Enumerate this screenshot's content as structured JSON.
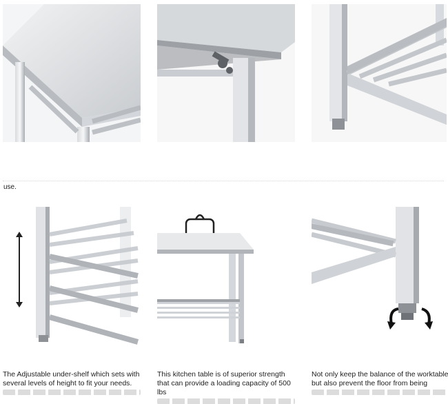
{
  "fragment_text": "use.",
  "captions": {
    "shelf": "The Adjustable under-shelf which sets with several levels of height to fit your needs.",
    "strength": "This kitchen table is of superior strength that can provide a loading capacity of 500 lbs",
    "balance": "Not only keep the balance of the worktable but also prevent the floor from being"
  },
  "icons": {
    "weight": "weight-icon",
    "height_arrow": "double-arrow-icon",
    "rotate": "rotate-arrows-icon"
  },
  "colors": {
    "steel_light": "#e4e6e8",
    "steel_mid": "#c8cbcf",
    "steel_dark": "#8d9196",
    "text": "#222222"
  }
}
